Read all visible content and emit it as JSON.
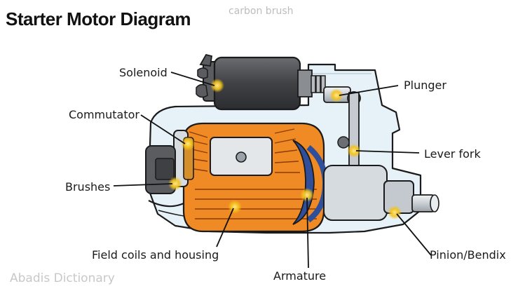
{
  "title": "Starter Motor Diagram",
  "caption": "carbon brush",
  "watermark": "Abadis Dictionary",
  "labels": {
    "solenoid": "Solenoid",
    "plunger": "Plunger",
    "commutator": "Commutator",
    "lever_fork": "Lever fork",
    "brushes": "Brushes",
    "field_coils": "Field coils and housing",
    "pinion": "Pinion/Bendix",
    "armature": "Armature"
  },
  "colors": {
    "housing": "#e6f1f8",
    "outline": "#1b1b1b",
    "solenoid_body": "#4d4f52",
    "coil_orange": "#f08a24",
    "coil_blue": "#2f4f9a",
    "highlight": "#f4c21a"
  }
}
